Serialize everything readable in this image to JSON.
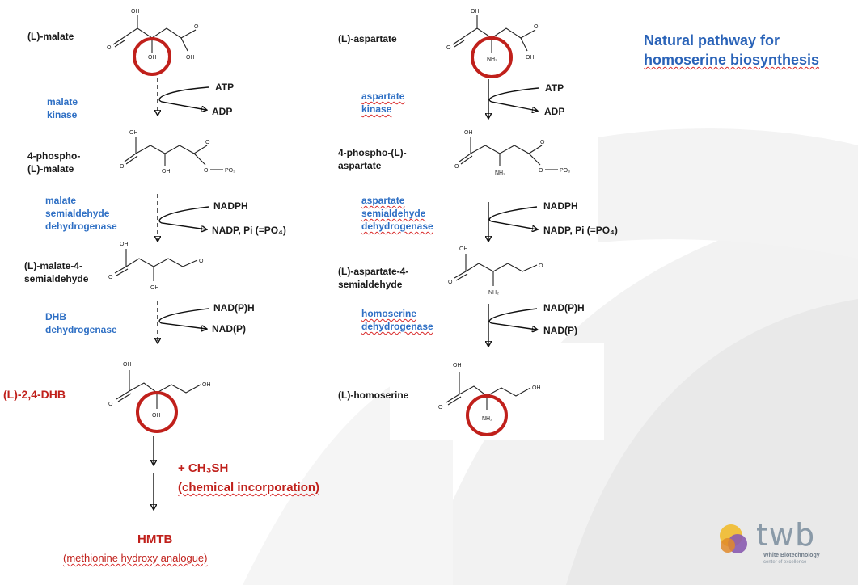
{
  "title": {
    "line1": "Natural pathway for",
    "line2": "homoserine biosynthesis"
  },
  "left_pathway": {
    "compounds": [
      "(L)-malate",
      "4-phospho-\n(L)-malate",
      "(L)-malate-4-\nsemialdehyde",
      "(L)-2,4-DHB"
    ],
    "enzymes": [
      "malate\nkinase",
      "malate\nsemialdehyde\ndehydrogenase",
      "DHB\ndehydrogenase"
    ],
    "cofactors": [
      {
        "in": "ATP",
        "out": "ADP"
      },
      {
        "in": "NADPH",
        "out": "NADP, Pi (=PO₄)"
      },
      {
        "in": "NAD(P)H",
        "out": "NAD(P)"
      }
    ],
    "chemical_step": {
      "reagent": "+ CH₃SH",
      "note": "(chemical incorporation)"
    },
    "product": {
      "name": "HMTB",
      "description": "(methionine hydroxy analogue)"
    }
  },
  "right_pathway": {
    "compounds": [
      "(L)-aspartate",
      "4-phospho-(L)-\naspartate",
      "(L)-aspartate-4-\nsemialdehyde",
      "(L)-homoserine"
    ],
    "enzymes": [
      "aspartate\nkinase",
      "aspartate\nsemialdehyde\ndehydrogenase",
      "homoserine\ndehydrogenase"
    ],
    "cofactors": [
      {
        "in": "ATP",
        "out": "ADP"
      },
      {
        "in": "NADPH",
        "out": "NADP, Pi (=PO₄)"
      },
      {
        "in": "NAD(P)H",
        "out": "NAD(P)"
      }
    ]
  },
  "atoms": {
    "oh": "OH",
    "nh2": "NH₂",
    "o": "O",
    "po3": "PO₃"
  },
  "logo": {
    "word": "twb",
    "tagline1": "White Biotechnology",
    "tagline2": "center of excellence"
  },
  "colors": {
    "enzyme": "#2e6fc4",
    "highlight": "#c0201b",
    "title": "#2a63b8"
  }
}
